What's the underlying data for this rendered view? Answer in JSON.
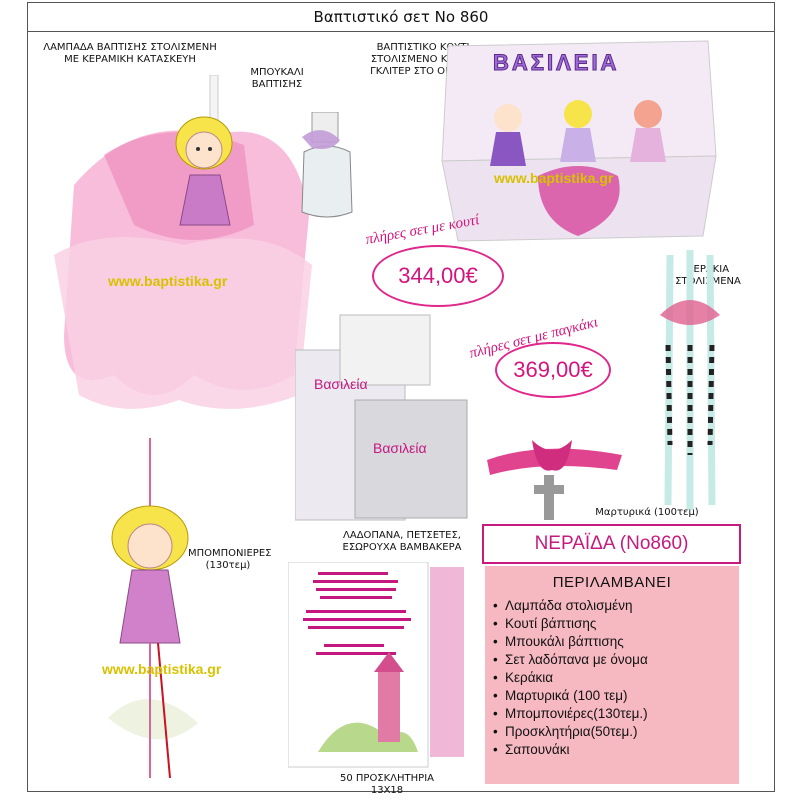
{
  "title": "Βαπτιστικό σετ Νο 860",
  "captions": {
    "candle": "ΛΑΜΠΑΔΑ ΒΑΠΤΙΣΗΣ ΣΤΟΛΙΣΜΕΝΗ ΜΕ ΚΕΡΑΜΙΚΗ ΚΑΤΑΣΚΕΥΗ",
    "bottle": "ΜΠΟΥΚΑΛΙ ΒΑΠΤΙΣΗΣ",
    "box": "ΒΑΠΤΙΣΤΙΚΟ ΚΟΥΤΙ ΣΤΟΛΙΣΜΕΝΟ ΚΑΙ ΜΕ ΓΚΛΙΤΕΡ ΣΤΟ ΟΝΟΜΑ",
    "small_candles": "ΚΕΡΑΚΙΑ ΣΤΟΛΙΣΜΕΝΑ",
    "favors": "Μαρτυρικά (100τεμ)",
    "pompoms": "ΜΠΟΜΠΟΝΙΕΡΕΣ (130τεμ)",
    "oil_cloths": "ΛΑΔΟΠΑΝΑ, ΠΕΤΣΕΤΕΣ, ΕΣΩΡΟΥΧΑ ΒΑΜΒΑΚΕΡΑ",
    "invitations": "50 ΠΡΟΣΚΛΗΤΗΡΙΑ 13Χ18"
  },
  "box_name": "ΒΑΣΙΛΕΙΑ",
  "towel_name_1": "Βασιλεία",
  "towel_name_2": "Βασιλεία",
  "website": "www.baptistika.gr",
  "offers": {
    "box_label": "πλήρες σετ με κουτί",
    "box_price": "344,00€",
    "bench_label": "πλήρες σετ με παγκάκι",
    "bench_price": "369,00€"
  },
  "product_name": "ΝΕΡΑΪΔΑ (Νο860)",
  "includes": {
    "title": "ΠΕΡΙΛΑΜΒΑΝΕΙ",
    "items": [
      "Λαμπάδα στολισμένη",
      "Κουτί βάπτισης",
      "Μπουκάλι βάπτισης",
      "Σετ λαδόπανα με όνομα",
      "Κεράκια",
      "Μαρτυρικά (100 τεμ)",
      "Μπομπονιέρες(130τεμ.)",
      "Προσκλητήρια(50τεμ.)",
      "Σαπουνάκι"
    ]
  },
  "colors": {
    "accent": "#d4147d",
    "include_bg": "#f6b9c1",
    "url": "#d8c200",
    "tulle": "#f3a9cf"
  }
}
